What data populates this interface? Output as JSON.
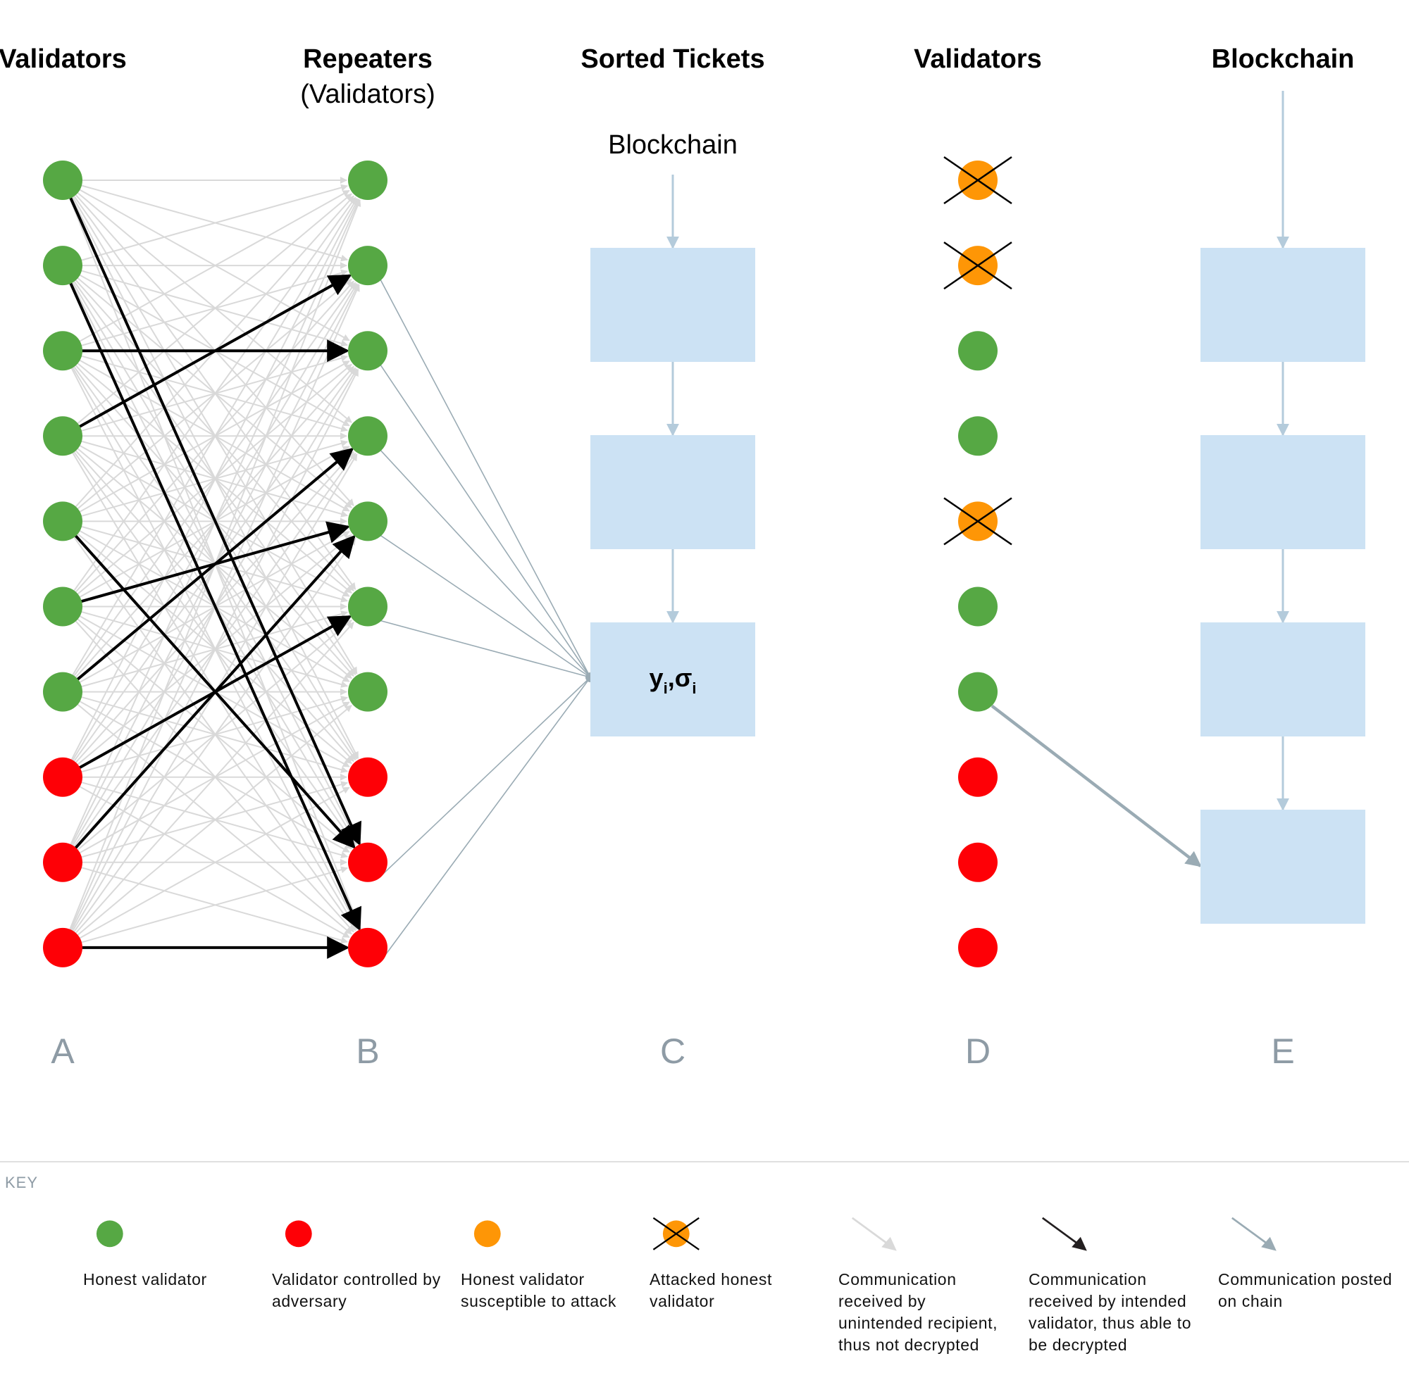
{
  "colors": {
    "honest": "#56a844",
    "adversary": "#fe0006",
    "susceptible": "#fe9606",
    "unintended_arrow": "#d9d9d9",
    "intended_arrow": "#000000",
    "posted_arrow": "#9aabb4",
    "chain_arrow": "#b4cbdb",
    "block_fill": "#cce2f4",
    "letter_gray": "#8e9ba5"
  },
  "columns": [
    {
      "id": "A",
      "letter": "A",
      "title": "Validators",
      "subtitle": ""
    },
    {
      "id": "B",
      "letter": "B",
      "title": "Repeaters",
      "subtitle": "(Validators)"
    },
    {
      "id": "C",
      "letter": "C",
      "title": "Sorted Tickets",
      "subtitle": ""
    },
    {
      "id": "D",
      "letter": "D",
      "title": "Validators",
      "subtitle": ""
    },
    {
      "id": "E",
      "letter": "E",
      "title": "Blockchain",
      "subtitle": ""
    }
  ],
  "column_a_nodes": [
    "honest",
    "honest",
    "honest",
    "honest",
    "honest",
    "honest",
    "honest",
    "adversary",
    "adversary",
    "adversary"
  ],
  "column_b_nodes": [
    "honest",
    "honest",
    "honest",
    "honest",
    "honest",
    "honest",
    "honest",
    "adversary",
    "adversary",
    "adversary"
  ],
  "column_d_nodes": [
    "attacked",
    "attacked",
    "honest",
    "honest",
    "attacked",
    "honest",
    "honest",
    "adversary",
    "adversary",
    "adversary"
  ],
  "intended_messages": [
    {
      "from": 0,
      "to": 8
    },
    {
      "from": 1,
      "to": 9
    },
    {
      "from": 2,
      "to": 2
    },
    {
      "from": 3,
      "to": 1
    },
    {
      "from": 4,
      "to": 8
    },
    {
      "from": 5,
      "to": 4
    },
    {
      "from": 6,
      "to": 3
    },
    {
      "from": 7,
      "to": 5
    },
    {
      "from": 8,
      "to": 4
    },
    {
      "from": 9,
      "to": 9
    }
  ],
  "posted_to_ticket_from_b": [
    1,
    2,
    3,
    4,
    5,
    8,
    9
  ],
  "sorted_tickets": {
    "chain_label": "Blockchain",
    "blocks": 3,
    "ticket_block_index": 2,
    "ticket_text": {
      "y": "y",
      "y_sub": "i",
      "sep": ",",
      "sigma": "σ",
      "sigma_sub": "i"
    }
  },
  "blockchain": {
    "blocks": 4,
    "posted_from_d_index": 6,
    "posted_to_block_index": 3
  },
  "key": {
    "title": "KEY",
    "items": [
      {
        "glyph": "honest",
        "label": "Honest validator"
      },
      {
        "glyph": "adversary",
        "label": "Validator controlled by adversary"
      },
      {
        "glyph": "susceptible",
        "label": "Honest validator susceptible to attack"
      },
      {
        "glyph": "attacked",
        "label": "Attacked honest validator"
      },
      {
        "glyph": "unintended-arrow",
        "label": "Communication received by unintended recipient, thus not decrypted"
      },
      {
        "glyph": "intended-arrow",
        "label": "Communication received by intended validator, thus able to be decrypted"
      },
      {
        "glyph": "posted-arrow",
        "label": "Communication posted on chain"
      }
    ]
  }
}
